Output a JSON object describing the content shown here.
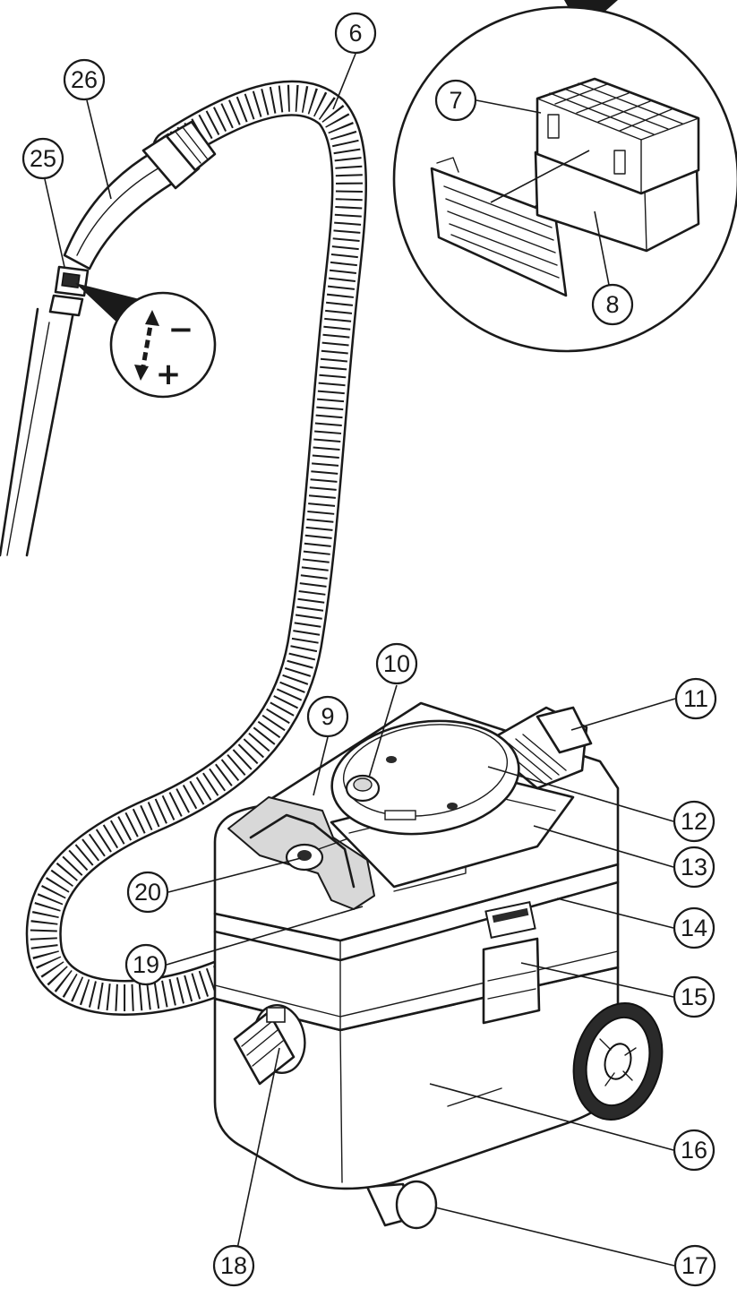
{
  "callouts": {
    "c6": "6",
    "c7": "7",
    "c8": "8",
    "c9": "9",
    "c10": "10",
    "c11": "11",
    "c12": "12",
    "c13": "13",
    "c14": "14",
    "c15": "15",
    "c16": "16",
    "c17": "17",
    "c18": "18",
    "c19": "19",
    "c20": "20",
    "c25": "25",
    "c26": "26"
  },
  "suction_regulator_symbols": {
    "minus": "−",
    "plus": "+"
  },
  "colors": {
    "line": "#1a1a1a",
    "background": "#ffffff",
    "shade": "#d8d8d8"
  }
}
